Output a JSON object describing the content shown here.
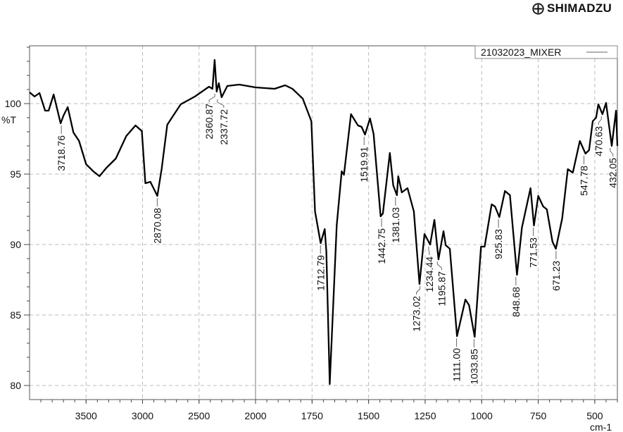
{
  "brand": "SHIMADZU",
  "chart_data": {
    "type": "line",
    "title": "",
    "xlabel": "cm-1",
    "ylabel": "%T",
    "xlim": [
      4000,
      400
    ],
    "ylim": [
      79,
      104.1
    ],
    "x_scale_break": 2000,
    "grid": true,
    "legend": {
      "placement": "top-right",
      "entries": [
        "21032023_MIXER"
      ]
    },
    "x_ticks": [
      3500,
      3000,
      2500,
      2000,
      1750,
      1500,
      1250,
      1000,
      750,
      500
    ],
    "y_ticks": [
      80,
      85,
      90,
      95,
      100
    ],
    "series": [
      {
        "name": "21032023_MIXER",
        "color": "#000000",
        "points": [
          [
            4000,
            100.8
          ],
          [
            3956,
            100.5
          ],
          [
            3912,
            100.75
          ],
          [
            3862,
            99.5
          ],
          [
            3831,
            99.5
          ],
          [
            3787,
            100.65
          ],
          [
            3725,
            98.6
          ],
          [
            3700,
            99.15
          ],
          [
            3662,
            99.75
          ],
          [
            3612,
            97.95
          ],
          [
            3562,
            97.35
          ],
          [
            3500,
            95.7
          ],
          [
            3437,
            95.2
          ],
          [
            3381,
            94.85
          ],
          [
            3319,
            95.45
          ],
          [
            3237,
            96.1
          ],
          [
            3144,
            97.7
          ],
          [
            3062,
            98.45
          ],
          [
            3006,
            98.05
          ],
          [
            2975,
            94.35
          ],
          [
            2931,
            94.45
          ],
          [
            2869,
            93.45
          ],
          [
            2831,
            95.35
          ],
          [
            2781,
            98.5
          ],
          [
            2662,
            99.95
          ],
          [
            2537,
            100.5
          ],
          [
            2412,
            101.2
          ],
          [
            2381,
            101.05
          ],
          [
            2362,
            103.1
          ],
          [
            2344,
            100.85
          ],
          [
            2325,
            101.45
          ],
          [
            2300,
            100.45
          ],
          [
            2250,
            101.25
          ],
          [
            2144,
            101.35
          ],
          [
            2000,
            101.15
          ],
          [
            1916,
            101.05
          ],
          [
            1869,
            101.3
          ],
          [
            1837,
            101.05
          ],
          [
            1791,
            100.35
          ],
          [
            1753,
            98.75
          ],
          [
            1737,
            92.35
          ],
          [
            1712,
            90.1
          ],
          [
            1694,
            91.1
          ],
          [
            1687,
            89.5
          ],
          [
            1672,
            80.1
          ],
          [
            1641,
            91.35
          ],
          [
            1619,
            95.2
          ],
          [
            1609,
            94.95
          ],
          [
            1578,
            99.25
          ],
          [
            1547,
            98.45
          ],
          [
            1531,
            98.35
          ],
          [
            1516,
            97.8
          ],
          [
            1494,
            98.95
          ],
          [
            1478,
            97.85
          ],
          [
            1447,
            92.0
          ],
          [
            1437,
            92.2
          ],
          [
            1406,
            96.5
          ],
          [
            1391,
            94.2
          ],
          [
            1375,
            93.5
          ],
          [
            1369,
            94.85
          ],
          [
            1353,
            93.7
          ],
          [
            1328,
            94.0
          ],
          [
            1300,
            92.35
          ],
          [
            1275,
            87.2
          ],
          [
            1253,
            90.75
          ],
          [
            1228,
            90.0
          ],
          [
            1209,
            91.75
          ],
          [
            1191,
            88.95
          ],
          [
            1169,
            90.95
          ],
          [
            1159,
            89.95
          ],
          [
            1141,
            89.7
          ],
          [
            1109,
            83.5
          ],
          [
            1072,
            86.1
          ],
          [
            1056,
            85.7
          ],
          [
            1031,
            83.45
          ],
          [
            1003,
            89.85
          ],
          [
            987,
            89.85
          ],
          [
            956,
            92.85
          ],
          [
            941,
            92.7
          ],
          [
            922,
            91.95
          ],
          [
            897,
            93.8
          ],
          [
            875,
            93.5
          ],
          [
            844,
            87.85
          ],
          [
            822,
            91.2
          ],
          [
            784,
            94.0
          ],
          [
            769,
            91.35
          ],
          [
            750,
            93.45
          ],
          [
            728,
            92.7
          ],
          [
            712,
            92.5
          ],
          [
            687,
            90.2
          ],
          [
            672,
            89.7
          ],
          [
            644,
            91.85
          ],
          [
            619,
            95.35
          ],
          [
            597,
            95.1
          ],
          [
            566,
            97.35
          ],
          [
            541,
            96.45
          ],
          [
            525,
            96.7
          ],
          [
            509,
            98.75
          ],
          [
            494,
            99.0
          ],
          [
            484,
            99.95
          ],
          [
            466,
            99.25
          ],
          [
            450,
            100.05
          ],
          [
            425,
            97.0
          ],
          [
            406,
            99.5
          ],
          [
            400,
            97.0
          ]
        ]
      }
    ],
    "peak_labels": [
      {
        "x": 3718.76,
        "y": 98.6,
        "label": "3718.76"
      },
      {
        "x": 2870.08,
        "y": 93.45,
        "label": "2870.08"
      },
      {
        "x": 2360.87,
        "y": 100.85,
        "label": "2360.87"
      },
      {
        "x": 2337.72,
        "y": 100.45,
        "label": "2337.72"
      },
      {
        "x": 1712.79,
        "y": 90.1,
        "label": "1712.79"
      },
      {
        "x": 1519.91,
        "y": 97.8,
        "label": "1519.91"
      },
      {
        "x": 1442.75,
        "y": 92.0,
        "label": "1442.75"
      },
      {
        "x": 1381.03,
        "y": 93.5,
        "label": "1381.03"
      },
      {
        "x": 1273.02,
        "y": 87.2,
        "label": "1273.02"
      },
      {
        "x": 1234.44,
        "y": 90.0,
        "label": "1234.44"
      },
      {
        "x": 1195.87,
        "y": 88.95,
        "label": "1195.87"
      },
      {
        "x": 1111.0,
        "y": 83.5,
        "label": "1111.00"
      },
      {
        "x": 1033.85,
        "y": 83.45,
        "label": "1033.85"
      },
      {
        "x": 925.83,
        "y": 91.95,
        "label": "925.83"
      },
      {
        "x": 848.68,
        "y": 87.85,
        "label": "848.68"
      },
      {
        "x": 771.53,
        "y": 91.35,
        "label": "771.53"
      },
      {
        "x": 671.23,
        "y": 89.7,
        "label": "671.23"
      },
      {
        "x": 547.78,
        "y": 96.45,
        "label": "547.78"
      },
      {
        "x": 470.63,
        "y": 99.25,
        "label": "470.63"
      },
      {
        "x": 432.05,
        "y": 97.0,
        "label": "432.05"
      }
    ]
  }
}
